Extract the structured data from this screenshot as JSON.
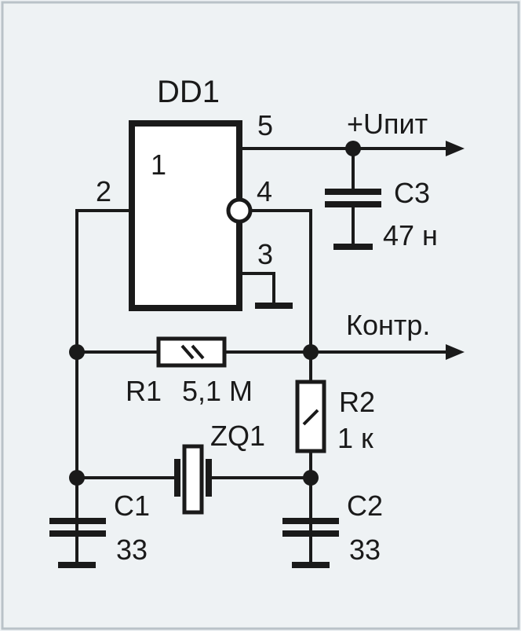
{
  "colors": {
    "background": "#eef2f4",
    "frame": "#b9c2c8",
    "ink": "#1a1a1a",
    "body_fill": "#ffffff"
  },
  "chip": {
    "ref": "DD1",
    "func": "1",
    "pins": {
      "in": "2",
      "gnd": "3",
      "out": "4",
      "vcc": "5"
    }
  },
  "supply": {
    "label": "+Uпит"
  },
  "output": {
    "label": "Контр."
  },
  "c3": {
    "ref": "C3",
    "value": "47 н"
  },
  "r1": {
    "ref": "R1",
    "value": "5,1 М"
  },
  "r2": {
    "ref": "R2",
    "value": "1 к"
  },
  "zq1": {
    "ref": "ZQ1"
  },
  "c1": {
    "ref": "C1",
    "value": "33"
  },
  "c2": {
    "ref": "C2",
    "value": "33"
  }
}
